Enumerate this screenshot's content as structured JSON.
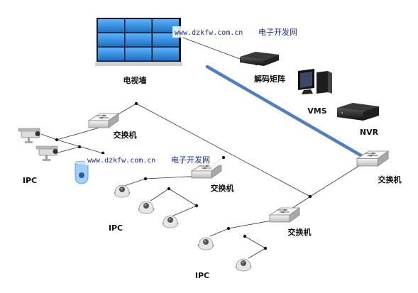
{
  "watermark": {
    "url": "www.dzkfw.com.cn",
    "site": "电子开发网"
  },
  "labels": {
    "video_wall": "电视墙",
    "decoder_matrix": "解码矩阵",
    "vms": "VMS",
    "nvr": "NVR",
    "switch": "交换机",
    "ipc": "IPC"
  },
  "colors": {
    "wall_screen": "#2f8fe0",
    "uplink": "#4f7fc0",
    "line": "#333333",
    "switch_body": "#e8e8e8"
  },
  "icons": [
    "video-wall-icon",
    "decoder-matrix-icon",
    "vms-workstation-icon",
    "nvr-icon",
    "switch-icon",
    "bullet-camera-icon",
    "dome-camera-icon",
    "speed-dome-icon"
  ]
}
